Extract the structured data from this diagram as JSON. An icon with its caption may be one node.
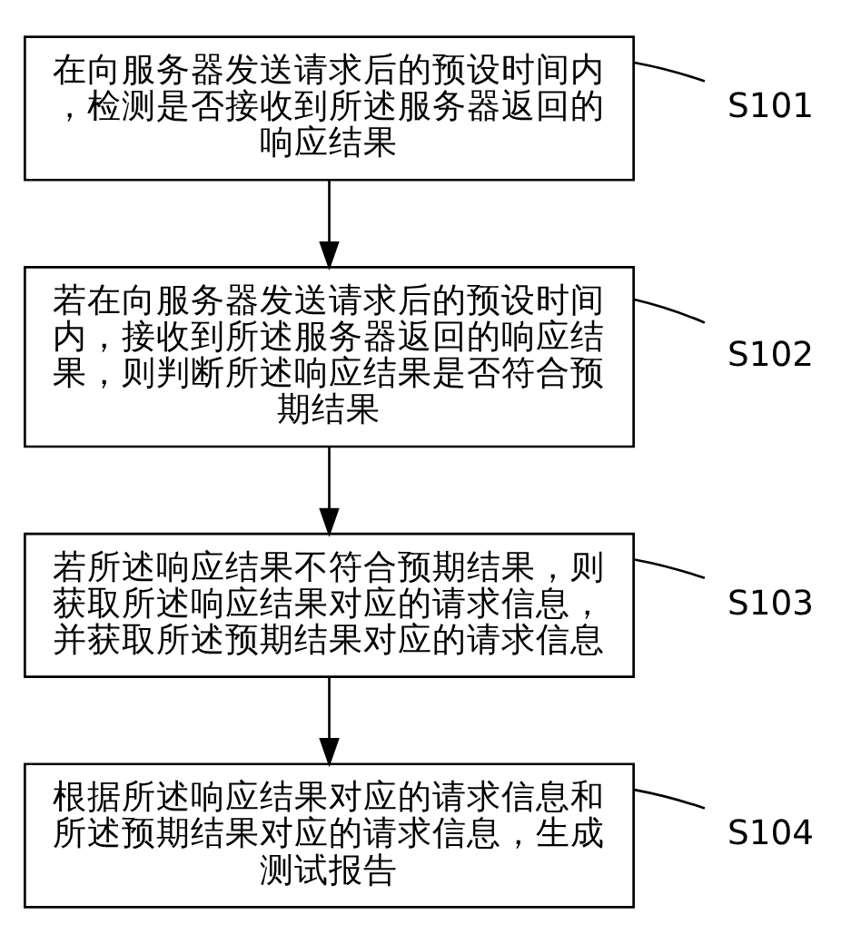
{
  "diagram": {
    "nodes": [
      {
        "text": [
          "在向服务器发送请求后的预设时间内，检测是否接收到所述服务器返回的响应结果"
        ]
      },
      {
        "text": [
          "若在向服务器发送请求后的预设时间内，接收到所述服务器返回的响应结果，则判断所述响应结果是否符合预期结果"
        ]
      },
      {
        "text": [
          "若所述响应结果不符合预期结果，则获取所述响应结果对应的请求信息，并获取所述预期结果对应的请求信息"
        ]
      },
      {
        "text": [
          "根据所述响应结果对应的请求信息和所述预期结果对应的请求信息，生成测试报告"
        ]
      },
      {
        "text": [
          "S101"
        ]
      },
      {
        "text": [
          "S102"
        ]
      },
      {
        "text": [
          "S103"
        ]
      },
      {
        "text": [
          "S104"
        ]
      }
    ],
    "edges": [
      {
        "from": 0,
        "to": 1,
        "arrow": "to"
      },
      {
        "from": 1,
        "to": 2,
        "arrow": "to"
      },
      {
        "from": 2,
        "to": 3,
        "arrow": "to"
      },
      {
        "from": 4,
        "to": 0,
        "arrow": "none"
      },
      {
        "from": 5,
        "to": 1,
        "arrow": "none"
      },
      {
        "from": 6,
        "to": 2,
        "arrow": "none"
      },
      {
        "from": 7,
        "to": 3,
        "arrow": "none"
      }
    ]
  }
}
